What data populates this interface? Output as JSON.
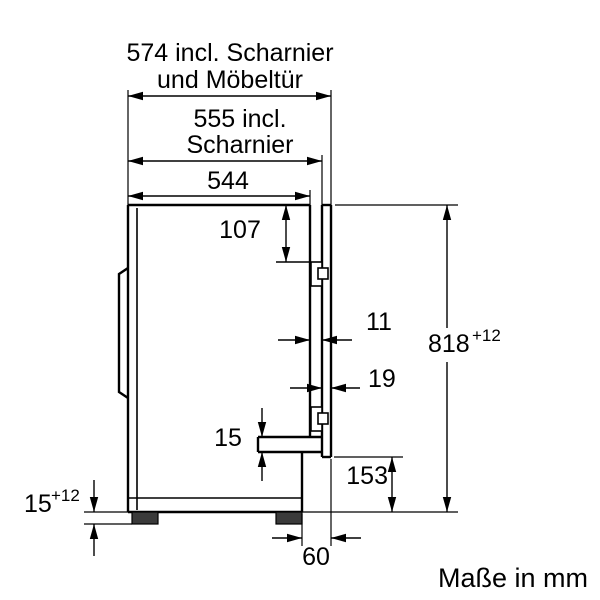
{
  "drawing": {
    "type": "appliance-installation-dimension-diagram",
    "units_note": "Maße in mm",
    "dims": {
      "d574_line1": "574 incl. Scharnier",
      "d574_line2": "und Möbeltür",
      "d555_line1": "555 incl.",
      "d555_line2": "Scharnier",
      "d544": "544",
      "d107": "107",
      "d818_value": "818",
      "d818_tolerance": "+12",
      "d11": "11",
      "d19": "19",
      "d15_front": "15",
      "d153": "153",
      "d15_base_value": "15",
      "d15_base_tolerance": "+12",
      "d60": "60"
    },
    "colors": {
      "line": "#000000",
      "background": "#ffffff",
      "foot_fill": "#3a3a3a"
    }
  }
}
